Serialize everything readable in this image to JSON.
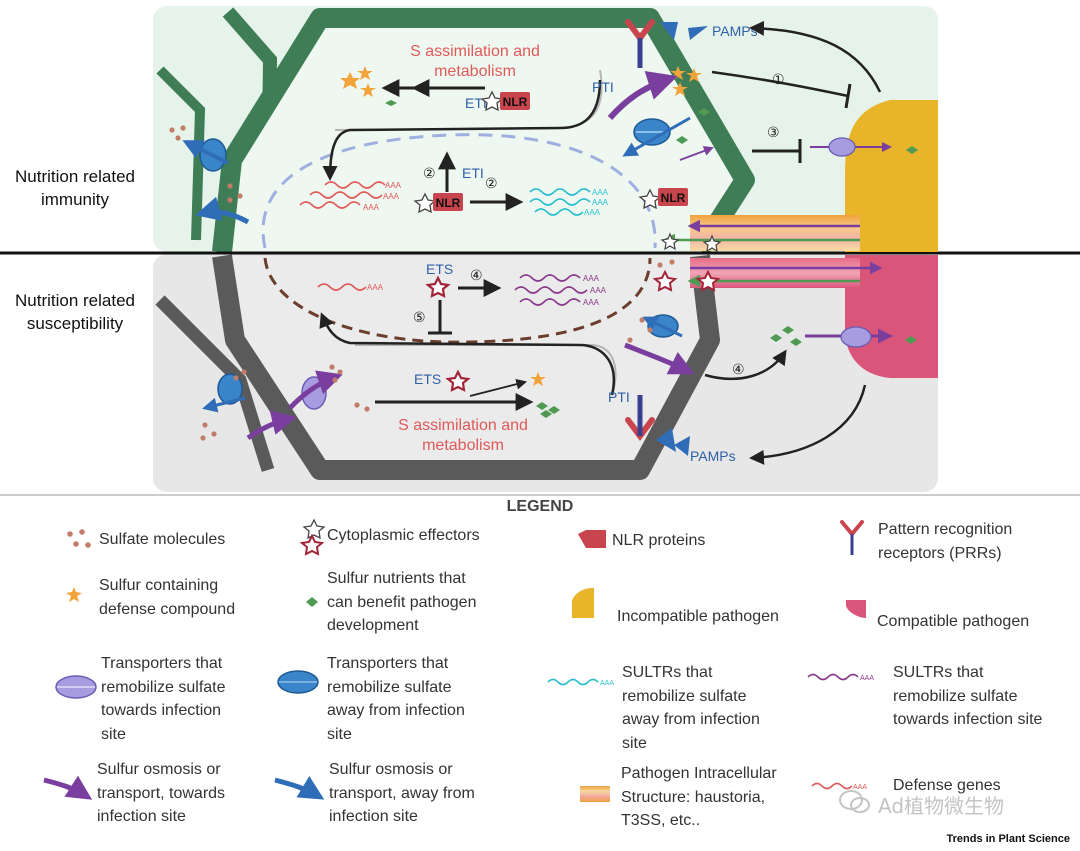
{
  "side_labels": {
    "top": "Nutrition related\nimmunity",
    "bottom": "Nutrition related\nsusceptibility"
  },
  "diagram": {
    "top_pathway_title": "S assimilation and\nmetabolism",
    "bottom_pathway_title": "S assimilation and\nmetabolism",
    "eti": "ETI",
    "nlr": "NLR",
    "ets": "ETS",
    "pti": "PTI",
    "pamps": "PAMPs",
    "aaa": "AAA",
    "steps": {
      "s1": "①",
      "s2": "②",
      "s3": "③",
      "s4": "④",
      "s5": "⑤"
    }
  },
  "legend": {
    "title": "LEGEND",
    "items": {
      "sulfate": "Sulfate molecules",
      "cytoplasmic": "Cytoplasmic effectors",
      "nlr": "NLR proteins",
      "prr": "Pattern recognition\nreceptors (PRRs)",
      "defense_compound": "Sulfur containing\ndefense compound",
      "nutrients": "Sulfur nutrients that\ncan benefit pathogen\ndevelopment",
      "incompatible": "Incompatible pathogen",
      "compatible": "Compatible pathogen",
      "transport_towards": "Transporters that\nremobilize sulfate\ntowards infection\nsite",
      "transport_away": "Transporters that\nremobilize sulfate\naway from infection\nsite",
      "sultr_away": "SULTRs that\nremobilize sulfate\naway from infection\nsite",
      "sultr_towards": "SULTRs that\nremobilize sulfate\ntowards infection site",
      "osmosis_towards": "Sulfur osmosis or\ntransport,  towards\ninfection site",
      "osmosis_away": "Sulfur osmosis or\ntransport, away from\ninfection site",
      "intracellular": "Pathogen Intracellular\nStructure: haustoria,\nT3SS,  etc..",
      "defense_genes": "Defense genes"
    }
  },
  "watermark": "Ad植物微生物",
  "credit": "Trends in Plant Science",
  "colors": {
    "top_bg": "#e6f3ea",
    "bottom_bg": "#e7e7e7",
    "top_wall": "#3f7d56",
    "bottom_wall": "#5a5a5a",
    "incompatible": "#e8b52a",
    "compatible": "#d9557a",
    "pathway_text": "#e05a5a",
    "label_blue": "#2f5fa8",
    "purple": "#7a3f9e",
    "blue_arrow": "#2f6db8",
    "sulfate": "#c27c6a",
    "nutrient": "#4e9a53",
    "star": "#f2a33a",
    "nlr": "#c8454d",
    "effector": "#a32438",
    "sultr_cyan": "#2bbfcf",
    "sultr_purple": "#8a3a8a"
  }
}
